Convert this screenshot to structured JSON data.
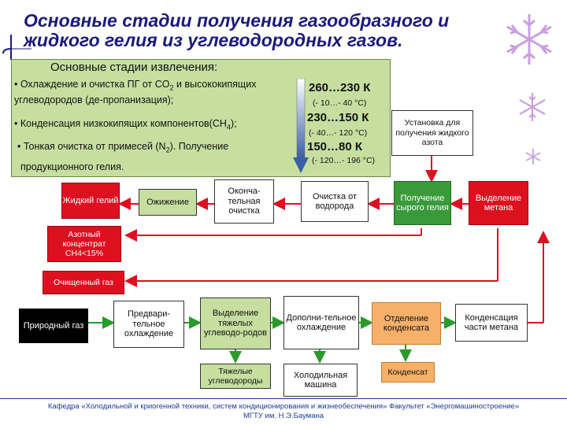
{
  "title": {
    "line1": "Основные стадии получения газообразного и",
    "line2": "жидкого гелия из углеводородных газов."
  },
  "panel": {
    "heading": "Основные стадии извлечения",
    "heading_colon": ":",
    "step1_a": "• Охлаждение и очистка ПГ от CO",
    "step1_sub": "2",
    "step1_b": " и высококипящих",
    "step1_c": "углеводородов (де-пропанизация);",
    "step2_a": "• Конденсация низкокипящих компонентов(CH",
    "step2_sub": "4",
    "step2_b": ");",
    "step3_a": "• Тонкая очистка от примесей (N",
    "step3_sub": "2",
    "step3_b": "). Получение",
    "step3_c": "продукционного гелия.",
    "temp1": "260…230 К",
    "temp1_sub": "(- 10…- 40 °С)",
    "temp2": "230…150 К",
    "temp2_sub": "(- 40…- 120 °С)",
    "temp3": "150…80 К",
    "temp3_sub": "(- 120…- 196 °С)"
  },
  "boxes": {
    "nitrogen_unit": "Установка для получения жидкого азота",
    "liquid_helium": "Жидкий гелий",
    "liquefaction": "Ожижение",
    "final_purification": "Оконча-тельная очистка",
    "hydrogen_purification": "Очистка от водорода",
    "raw_helium": "Получение сырого гелия",
    "methane_separation": "Выделение метана",
    "nitrogen_concentrate": "Азотный концентрат CH4<15%",
    "purified_gas": "Очищенный газ",
    "natural_gas": "Природный газ",
    "precooling": "Предвари-тельное охлаждение",
    "heavy_hc_separation": "Выделение тяжелых углеводо-родов",
    "extra_cooling": "Дополни-тельное охлаждение",
    "condensate_separation": "Отделение конденсата",
    "methane_condensation": "Конденсация части метана",
    "heavy_hc": "Тяжелые углеводороды",
    "refrigeration_machine": "Холодильная машина",
    "condensate": "Конденсат"
  },
  "footer": {
    "line1": "Кафедра «Холодильной и криогенной техники, систем кондиционирования и жизнеобеспечения»  Факультет «Энергомашиностроение»",
    "line2": "МГТУ им. Н.Э.Баумана"
  },
  "colors": {
    "panel_green": "#c6dfa0",
    "flow_red": "#dd1020",
    "flow_green": "#2a9a2a",
    "title_blue": "#1a1a7a",
    "snowflake": "#c8a0e0"
  },
  "icons": [
    "snowflake-icon-large",
    "snowflake-icon-medium",
    "snowflake-icon-small"
  ]
}
